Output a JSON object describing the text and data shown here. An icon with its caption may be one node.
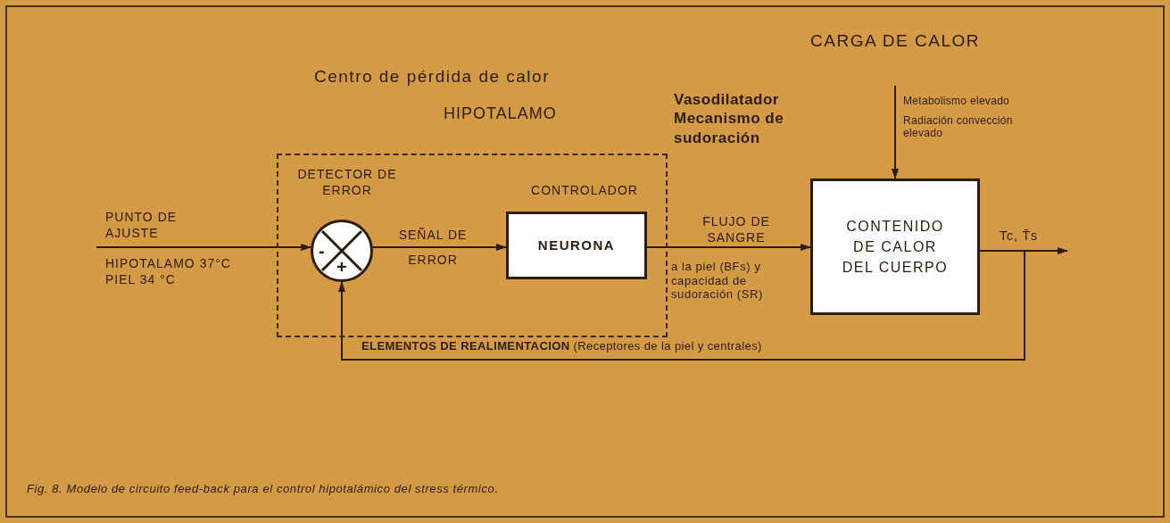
{
  "diagram": {
    "caption": "Fig. 8. Modelo de circuito feed-back para el control hipotalámico del stress térmico.",
    "nodes": [
      {
        "text": [
          "Centro de pérdida de calor",
          "HIPOTALAMO"
        ]
      },
      {
        "text": [
          "-",
          "+"
        ],
        "beside": [
          "DETECTOR DE ERROR"
        ],
        "in": 0
      },
      {
        "text": [
          "NEURONA"
        ],
        "beside": [
          "CONTROLADOR"
        ],
        "in": 0
      },
      {
        "text": [
          "CONTENIDO DE CALOR DEL CUERPO"
        ]
      },
      {
        "text": [
          "CARGA DE CALOR"
        ]
      }
    ],
    "edges": [
      {
        "from": null,
        "to": 1,
        "arrow": "to",
        "label": "PUNTO DE AJUSTE"
      },
      {
        "from": 1,
        "to": 2,
        "arrow": "to",
        "label": "SEÑAL DE ERROR"
      },
      {
        "from": 2,
        "to": 3,
        "arrow": "to",
        "label": "FLUJO DE SANGRE"
      },
      {
        "from": 4,
        "to": 3,
        "arrow": "to"
      },
      {
        "from": 3,
        "to": null,
        "arrow": "to",
        "label": "Tc, T̄s"
      },
      {
        "from": 3,
        "to": 1,
        "arrow": "to",
        "label": "**ELEMENTOS DE REALIMENTACION** (Receptores de la piel y centrales)"
      }
    ],
    "labels": [
      "HIPOTALAMO 37°C PIEL 34 °C",
      "Vasodilatador Mecanismo de sudoración",
      "a la piel (BFs) y capacidad de sudoración (SR)",
      "Metabolismo elevado",
      "Radiación convección elevado"
    ]
  }
}
